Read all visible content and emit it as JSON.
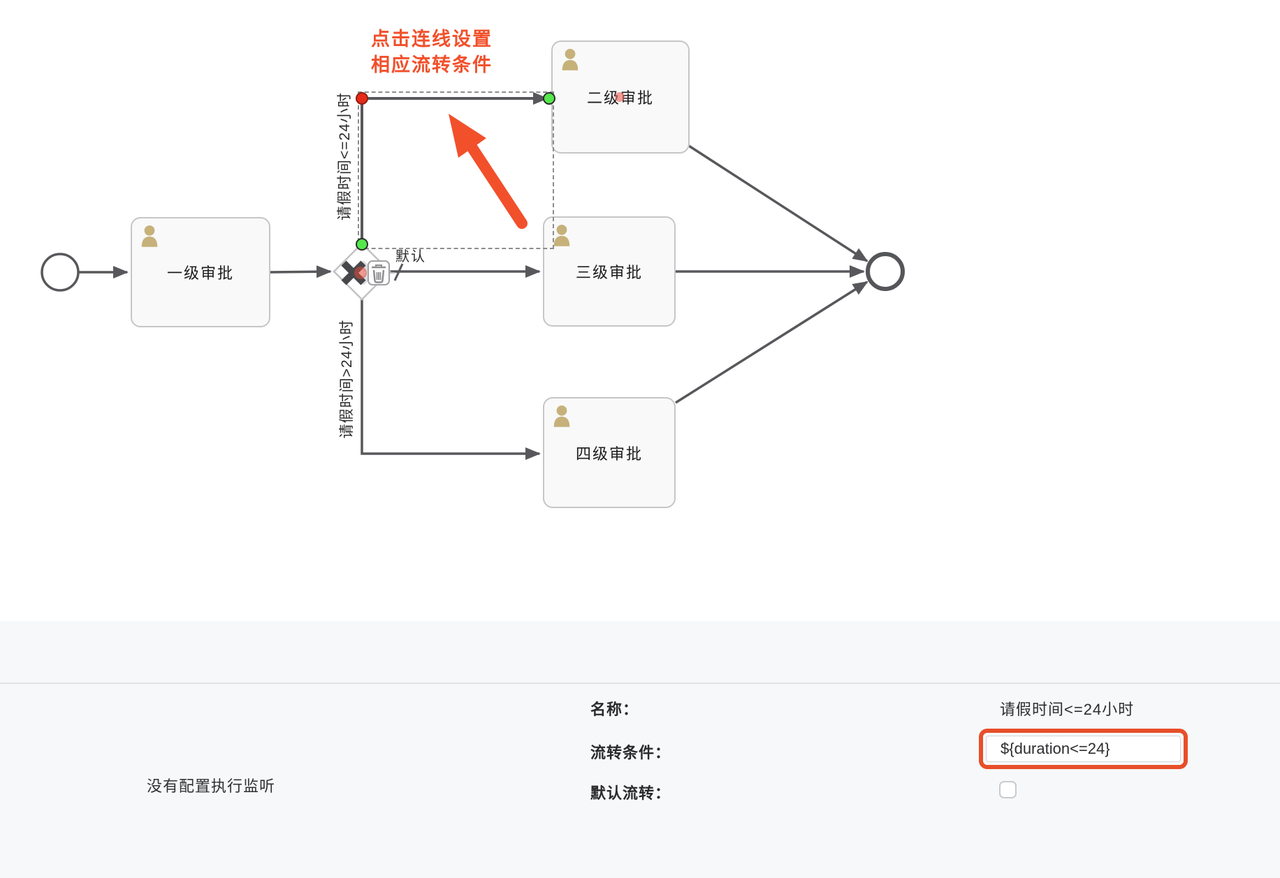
{
  "colors": {
    "annotation_orange": "#f1502b",
    "highlight_border_orange": "#e84e29",
    "flow_line_gray": "#58585c",
    "person_icon_tan": "#c7b17a",
    "endpoint_red": "#e52a1a",
    "endpoint_green": "#54e84c"
  },
  "icons": {
    "task_icon": "user-icon",
    "gateway_marker": "x-gateway-icon",
    "gateway_tool": "trash-icon"
  },
  "canvas": {
    "annotation": {
      "line1": "点击连线设置",
      "line2": "相应流转条件"
    },
    "tasks": [
      {
        "label": "一级审批"
      },
      {
        "label": "二级审批"
      },
      {
        "label": "三级审批"
      },
      {
        "label": "四级审批"
      }
    ],
    "edge_labels": {
      "upper": "请假时间<=24小时",
      "middle": "默认",
      "lower": "请假时间>24小时"
    }
  },
  "panel": {
    "listener_note": "没有配置执行监听",
    "name_label": "名称：",
    "name_value": "请假时间<=24小时",
    "condition_label": "流转条件：",
    "condition_value": "${duration<=24}",
    "default_label": "默认流转：",
    "default_checked": false
  }
}
